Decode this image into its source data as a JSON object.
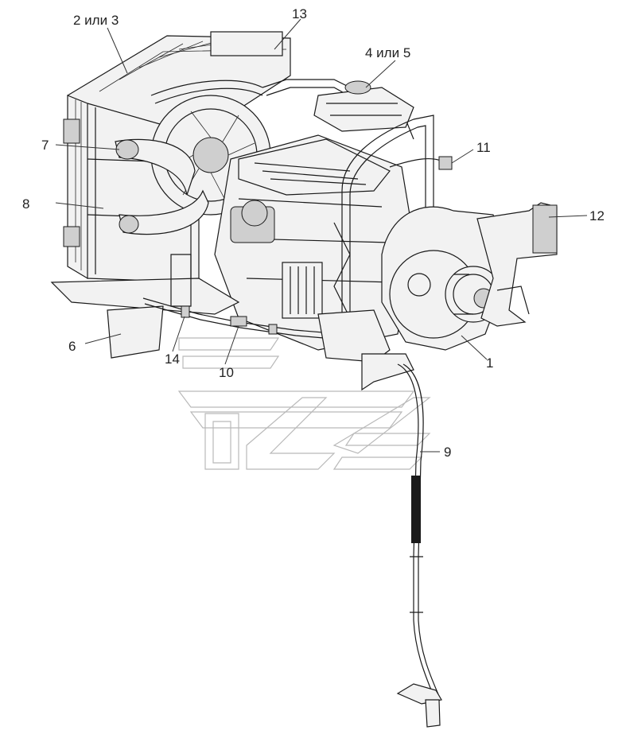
{
  "diagram": {
    "callouts": [
      {
        "id": "c1",
        "text": "1"
      },
      {
        "id": "c2",
        "text": "2 или 3"
      },
      {
        "id": "c4",
        "text": "4 или 5"
      },
      {
        "id": "c6",
        "text": "6"
      },
      {
        "id": "c7",
        "text": "7"
      },
      {
        "id": "c8",
        "text": "8"
      },
      {
        "id": "c9",
        "text": "9"
      },
      {
        "id": "c10",
        "text": "10"
      },
      {
        "id": "c11",
        "text": "11"
      },
      {
        "id": "c12",
        "text": "12"
      },
      {
        "id": "c13",
        "text": "13"
      },
      {
        "id": "c14",
        "text": "14"
      }
    ],
    "colors": {
      "line": "#1a1a1a",
      "fill": "#f2f2f2",
      "watermark": "#b9b9b9",
      "background": "#ffffff"
    }
  }
}
